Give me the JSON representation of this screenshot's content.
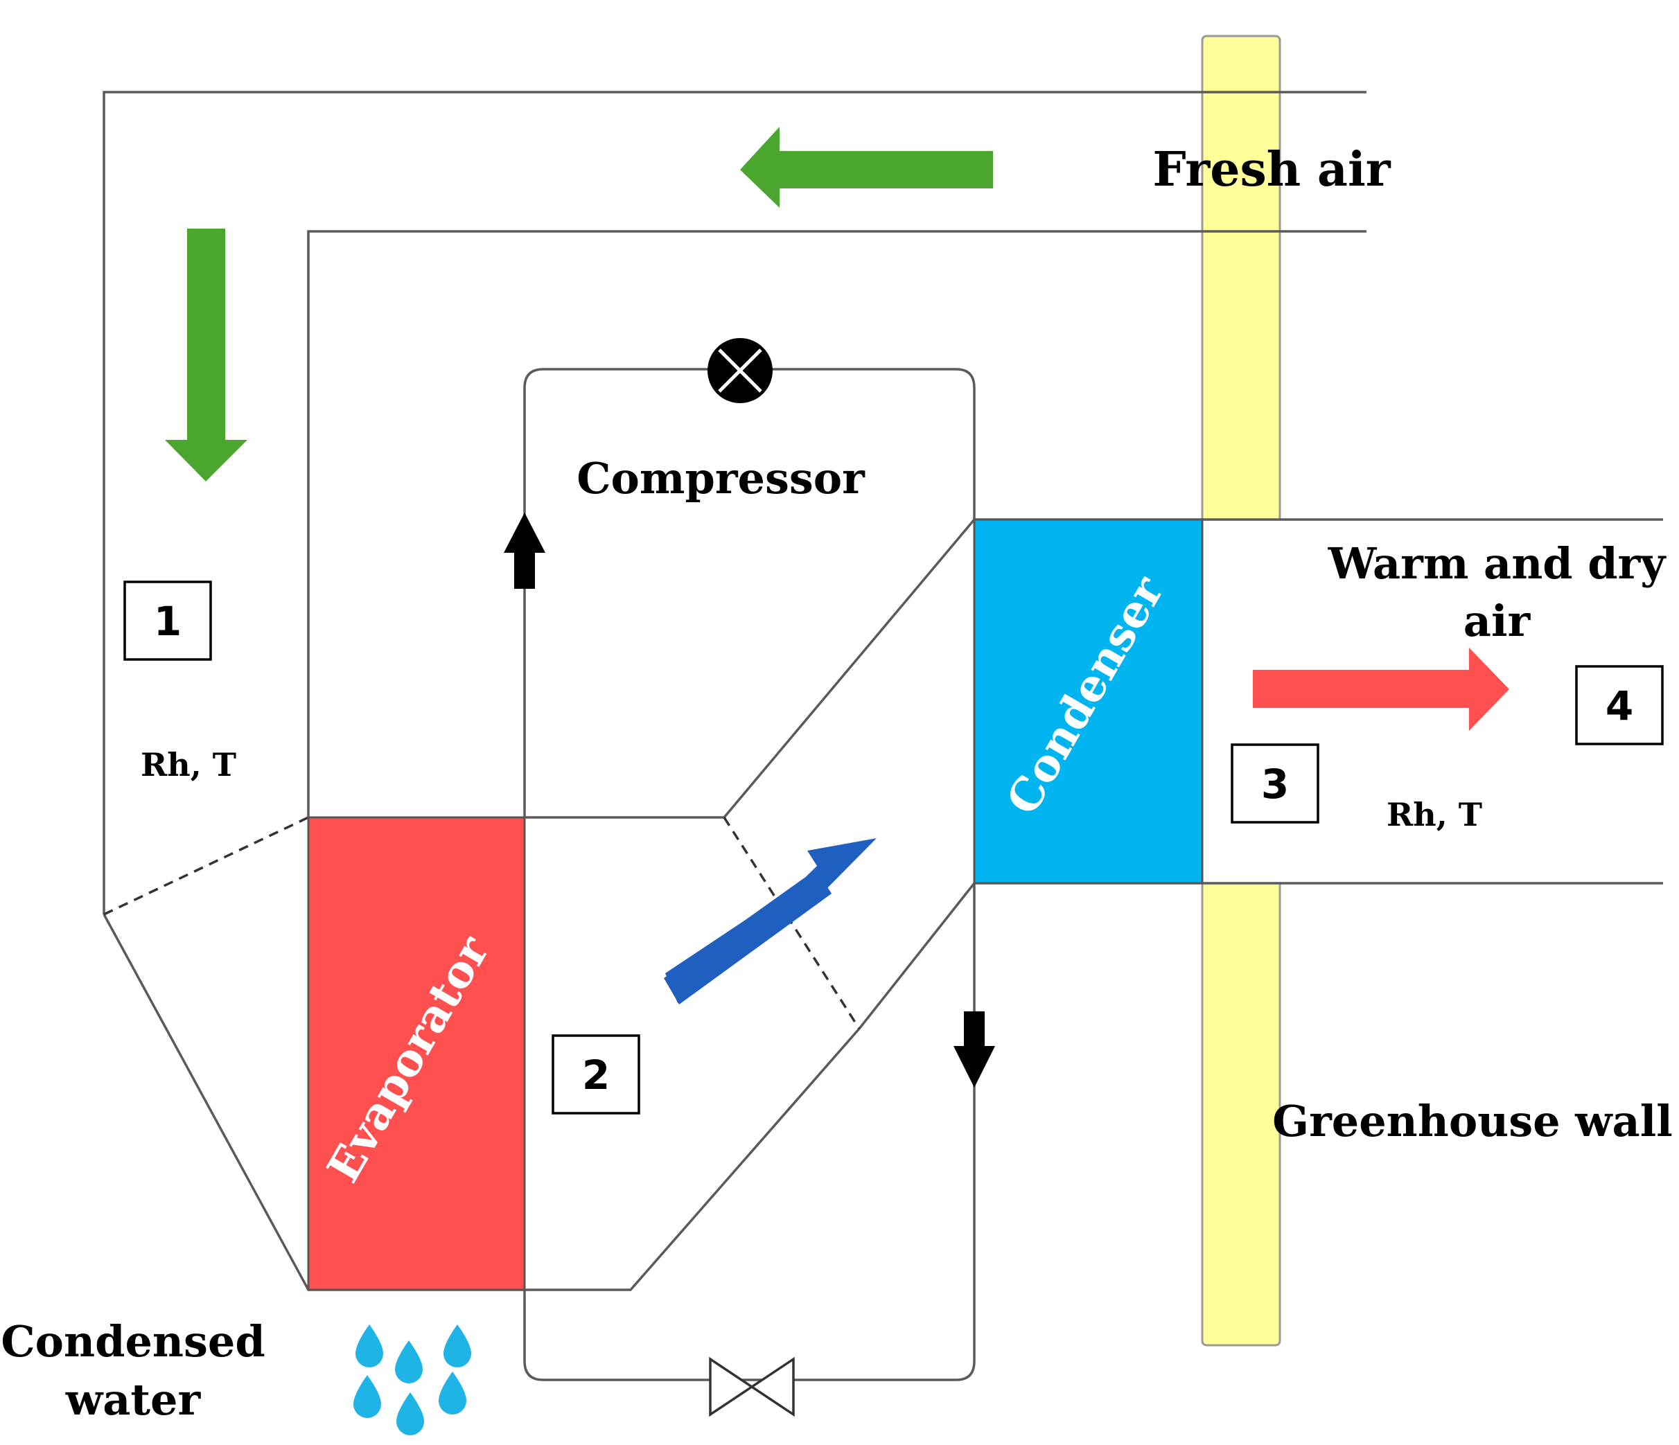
{
  "labels": {
    "fresh_air": "Fresh air",
    "compressor": "Compressor",
    "warm_dry_line1": "Warm and dry",
    "warm_dry_line2": "air",
    "greenhouse_wall": "Greenhouse wall",
    "condensed_line1": "Condensed",
    "condensed_line2": "water",
    "rh_t_left": "Rh, T",
    "rh_t_right": "Rh, T"
  },
  "components": {
    "evaporator": "Evaporator",
    "condenser": "Condenser"
  },
  "points": {
    "p1": "1",
    "p2": "2",
    "p3": "3",
    "p4": "4"
  },
  "colors": {
    "fresh_air_arrow": "#4aa62f",
    "warm_air_arrow": "#ff5050",
    "internal_air_arrow": "#1f5fbf",
    "evaporator": "#ff5050",
    "condenser": "#00b4f0",
    "wall": "#ffff99",
    "water_drops": "#1eb4e6"
  },
  "icons": {
    "compressor": "compressor-circle-x-icon",
    "expansion_valve": "valve-bowtie-icon",
    "water": "water-drop-icon"
  }
}
